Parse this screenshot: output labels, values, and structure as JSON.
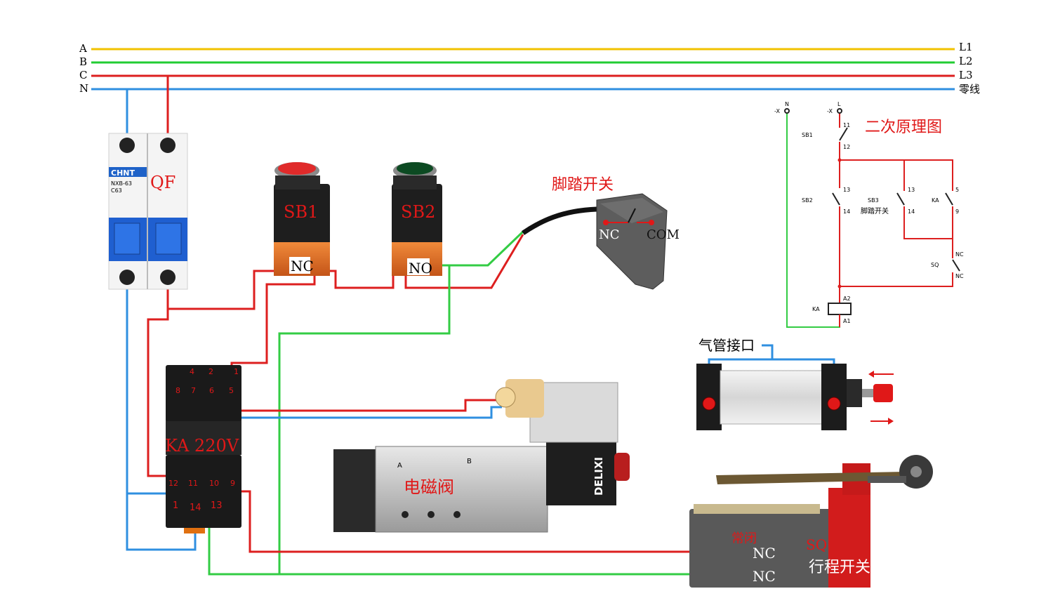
{
  "bus_labels_left": [
    "A",
    "B",
    "C",
    "N"
  ],
  "bus_labels_right": [
    "L1",
    "L2",
    "L3",
    "零线"
  ],
  "colors": {
    "phase_a": "#f2c200",
    "phase_b": "#22cc33",
    "phase_c": "#dd1f1f",
    "neutral": "#2f8fe0",
    "control_red": "#dd1f1f",
    "control_green": "#33cc44",
    "control_blue": "#2f8fe0",
    "label_red": "#e01818"
  },
  "breaker": {
    "brand": "CHNT",
    "model": "NXB-63",
    "rating": "C63",
    "label": "QF"
  },
  "buttons": {
    "sb1": "SB1",
    "sb2": "SB2",
    "sb1_contact": "NC",
    "sb2_contact": "NO"
  },
  "foot_switch": {
    "title": "脚踏开关",
    "nc": "NC",
    "com": "COM"
  },
  "relay": {
    "label": "KA 220V",
    "top_pins": [
      "4",
      "2",
      "1"
    ],
    "mid_pins": [
      "8",
      "7",
      "6",
      "5"
    ],
    "bottom_pins": [
      "12",
      "11",
      "10",
      "9"
    ],
    "base_pins": [
      "1",
      "14",
      "13"
    ]
  },
  "valve": {
    "label": "电磁阀",
    "brand": "DELIXI",
    "ports": [
      "A",
      "B"
    ]
  },
  "cylinder": {
    "label": "气管接口"
  },
  "limit_switch": {
    "nc_label": "常闭",
    "contact1": "NC",
    "contact2": "NC",
    "sq": "SQ",
    "title": "行程开关"
  },
  "schematic": {
    "title": "二次原理图",
    "n_label": "N",
    "l_label": "L",
    "terminal_mark": "-X",
    "sb1": "SB1",
    "sb1_pins": [
      "11",
      "12"
    ],
    "sb2": "SB2",
    "sb2_pins": [
      "13",
      "14"
    ],
    "sb3": "SB3",
    "sb3_pins": [
      "13",
      "14"
    ],
    "sb3_note": "脚踏开关",
    "ka_contact": "KA",
    "ka_contact_pins": [
      "5",
      "9"
    ],
    "sq": "SQ",
    "sq_pins": [
      "NC",
      "NC"
    ],
    "coil": "KA",
    "coil_pins": [
      "A2",
      "A1"
    ]
  }
}
